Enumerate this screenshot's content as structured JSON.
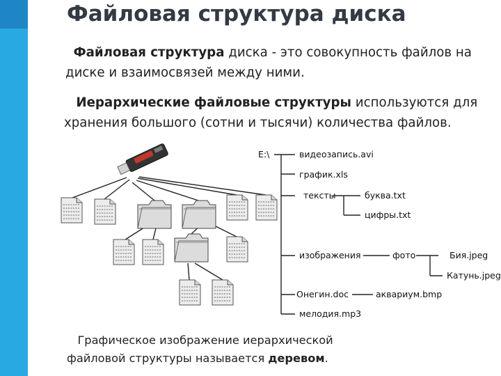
{
  "title": "Файловая структура диска",
  "para1": {
    "term": "Файловая структура",
    "rest_line1": " диска - это совокупность файлов на",
    "line2": "диске и взаимосвязей между ними."
  },
  "para2": {
    "term": "Иерархические файловые структуры",
    "rest_line1": " используются для",
    "line2": "хранения большого (сотни и тысячи) количества файлов."
  },
  "caption": {
    "line1": "Графическое изображение иерархической",
    "line2_start": "файловой структуры называется ",
    "term": "деревом",
    "end": "."
  },
  "tree": {
    "root": "E:\\",
    "video": "видеозапись.avi",
    "graph": "график.xls",
    "texts": "тексты",
    "letter": "буква.txt",
    "digits": "цифры.txt",
    "images": "изображения",
    "photo": "фото",
    "biya": "Бия.jpeg",
    "katun": "Катунь.jpeg",
    "onegin": "Онегин.doc",
    "aquarium": "аквариум.bmp",
    "melody": "мелодия.mp3"
  },
  "colors": {
    "band_dark": "#1f86c6",
    "band_light": "#29a9e1",
    "title": "#333a44"
  },
  "icons": [
    "usb-drive-icon",
    "folder-icon",
    "document-icon"
  ]
}
